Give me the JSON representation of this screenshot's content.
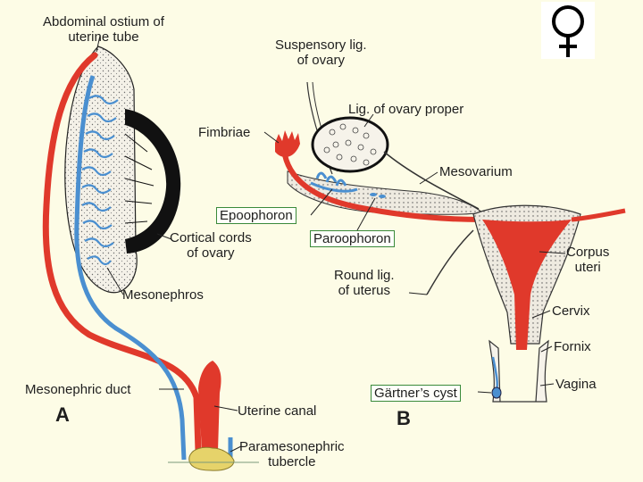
{
  "diagram": {
    "panel_a": {
      "letter": "A",
      "labels": {
        "abdominal_ostium": [
          "Abdominal ostium of",
          "uterine tube"
        ],
        "cortical_cords": [
          "Cortical cords",
          "of ovary"
        ],
        "mesonephros": "Mesonephros",
        "mesonephric_duct": "Mesonephric duct",
        "uterine_canal": "Uterine canal",
        "paramesonephric_tubercle": [
          "Paramesonephric",
          "tubercle"
        ]
      }
    },
    "panel_b": {
      "letter": "B",
      "labels": {
        "suspensory_lig": [
          "Suspensory lig.",
          "of ovary"
        ],
        "lig_ovary_proper": "Lig. of ovary proper",
        "fimbriae": "Fimbriae",
        "mesovarium": "Mesovarium",
        "epoophoron": "Epoophoron",
        "paroophoron": "Paroophoron",
        "round_lig": [
          "Round lig.",
          "of uterus"
        ],
        "corpus_uteri": [
          "Corpus",
          "uteri"
        ],
        "cervix": "Cervix",
        "fornix": "Fornix",
        "vagina": "Vagina",
        "gartners_cyst": "Gärtner’s cyst"
      }
    },
    "colors": {
      "paramesonephric_red": "#e0392b",
      "mesonephric_blue": "#4a8fd0",
      "ovary_black": "#111111",
      "label_box_green": "#3a8a3a"
    },
    "symbol": "venus-symbol"
  }
}
